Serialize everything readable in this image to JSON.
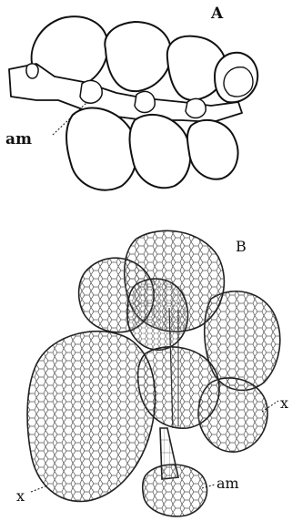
{
  "figure_a": {
    "panel_label": "A",
    "labels": {
      "am": "am"
    }
  },
  "figure_b": {
    "panel_label": "B",
    "labels": {
      "x_right": "x",
      "x_left": "x",
      "am": "am"
    }
  }
}
